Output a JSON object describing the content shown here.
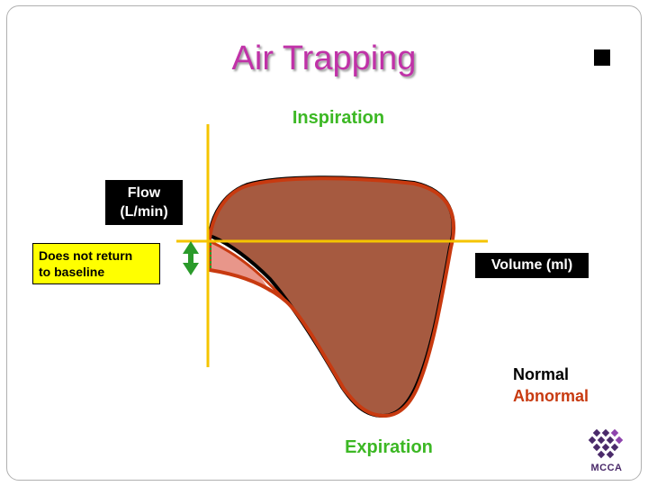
{
  "title": "Air Trapping",
  "labels": {
    "inspiration": "Inspiration",
    "expiration": "Expiration",
    "flow_line1": "Flow",
    "flow_line2": "(L/min)",
    "volume": "Volume (ml)",
    "baseline_line1": "Does not return",
    "baseline_line2": "to baseline"
  },
  "legend": {
    "normal": "Normal",
    "abnormal": "Abnormal"
  },
  "logo": {
    "text": "MCCA"
  },
  "colors": {
    "title": "#c032a8",
    "green_text": "#3cb824",
    "axis": "#f5c400",
    "abnormal": "#c83a10",
    "loop_fill": "#a65a40",
    "trapped_fill": "#e8968a",
    "arrow": "#2a9a2a",
    "note_box": "#ffff00"
  }
}
